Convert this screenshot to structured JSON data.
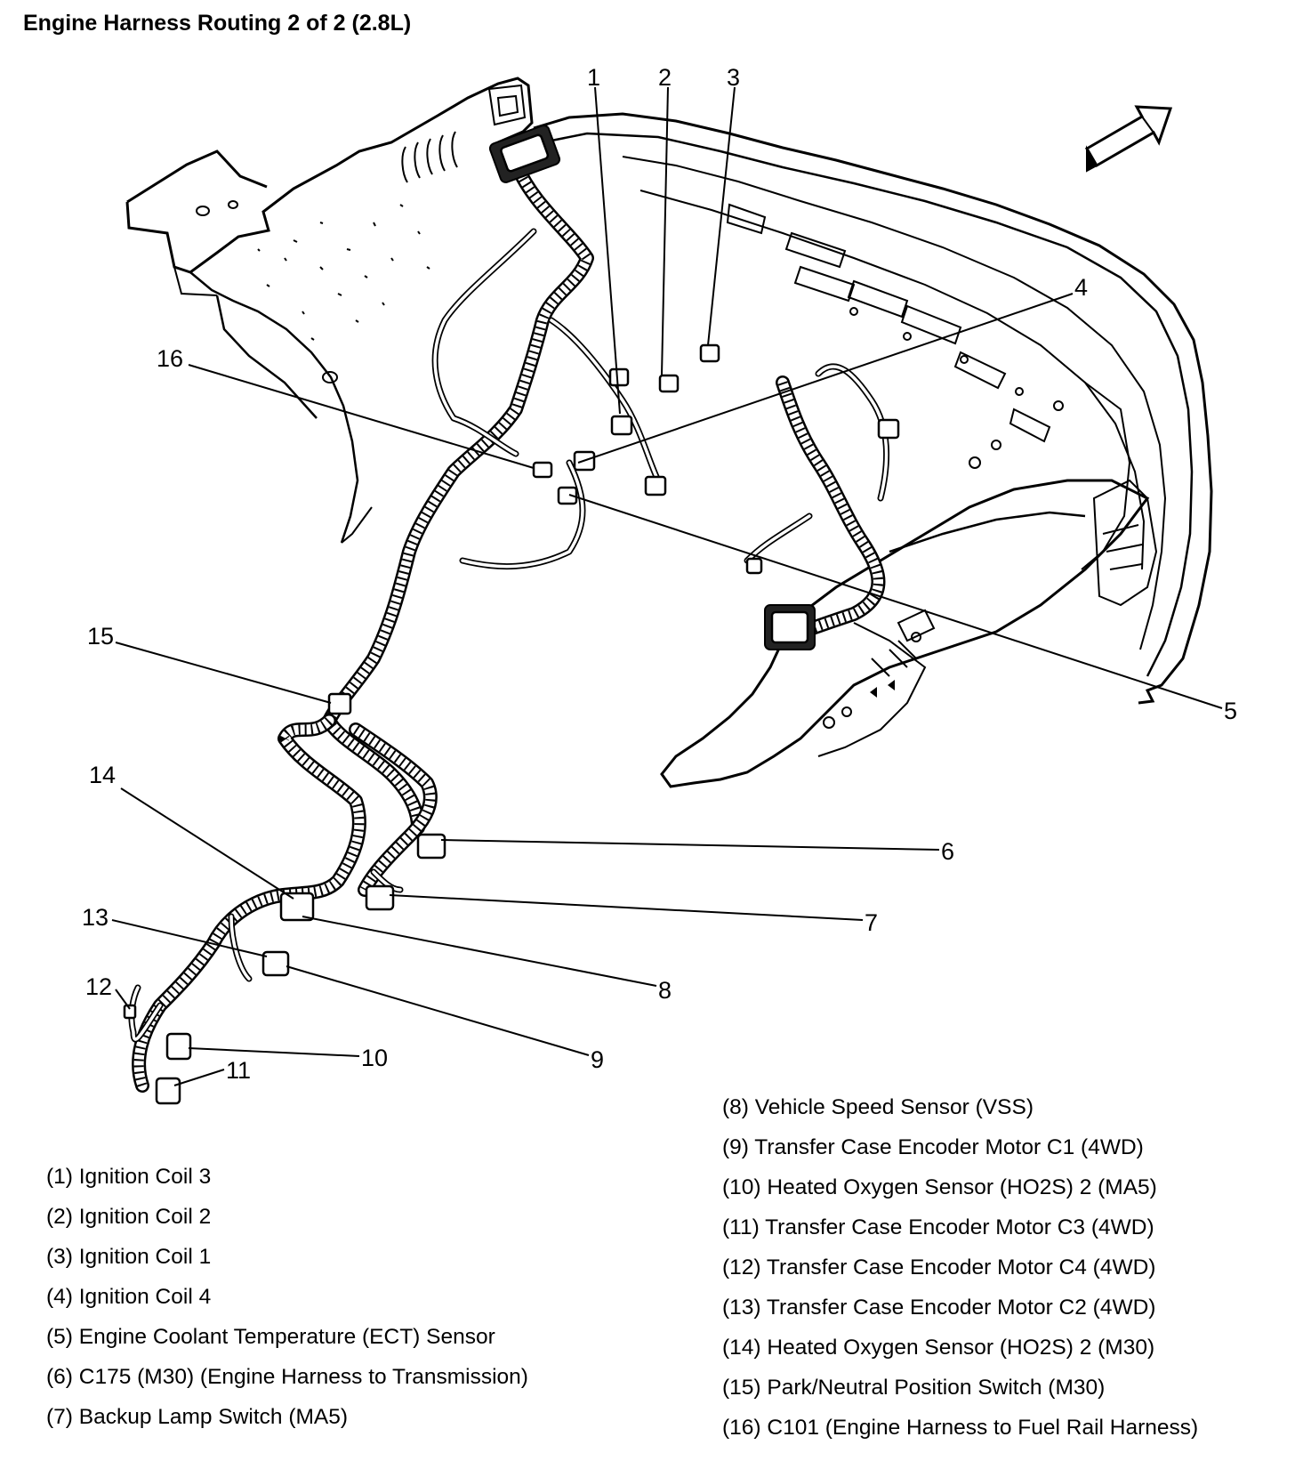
{
  "title": "Engine Harness Routing 2 of 2 (2.8L)",
  "callouts": [
    "1",
    "2",
    "3",
    "4",
    "5",
    "6",
    "7",
    "8",
    "9",
    "10",
    "11",
    "12",
    "13",
    "14",
    "15",
    "16"
  ],
  "legend_left": [
    "(1) Ignition Coil 3",
    "(2) Ignition Coil 2",
    "(3) Ignition Coil 1",
    "(4) Ignition Coil 4",
    "(5) Engine Coolant Temperature (ECT) Sensor",
    "(6) C175 (M30) (Engine Harness to Transmission)",
    "(7) Backup Lamp Switch (MA5)"
  ],
  "legend_right": [
    "(8) Vehicle Speed Sensor (VSS)",
    "(9) Transfer Case Encoder Motor C1 (4WD)",
    "(10) Heated Oxygen Sensor (HO2S) 2 (MA5)",
    "(11) Transfer Case Encoder Motor C3 (4WD)",
    "(12) Transfer Case Encoder Motor C4 (4WD)",
    "(13) Transfer Case Encoder Motor C2 (4WD)",
    "(14) Heated Oxygen Sensor (HO2S) 2 (M30)",
    "(15) Park/Neutral Position Switch (M30)",
    "(16) C101 (Engine Harness to Fuel Rail Harness)"
  ],
  "icons": {
    "direction": "front-direction-arrow-icon"
  }
}
